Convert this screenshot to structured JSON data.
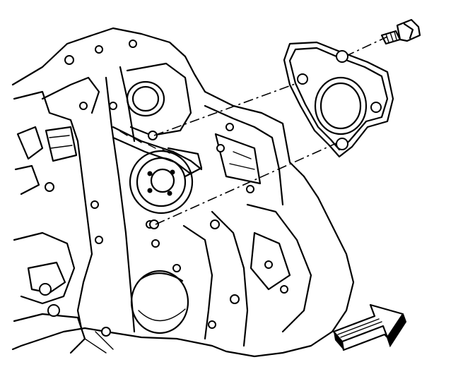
{
  "diagram": {
    "kind": "exploded-view line drawing",
    "parts": [
      "engine-block",
      "cover-plate",
      "gasket",
      "bolt",
      "direction-arrow"
    ],
    "colors": {
      "line": "#000000",
      "background": "#ffffff"
    },
    "icons": {
      "direction": "arrow-right-up-icon"
    }
  }
}
